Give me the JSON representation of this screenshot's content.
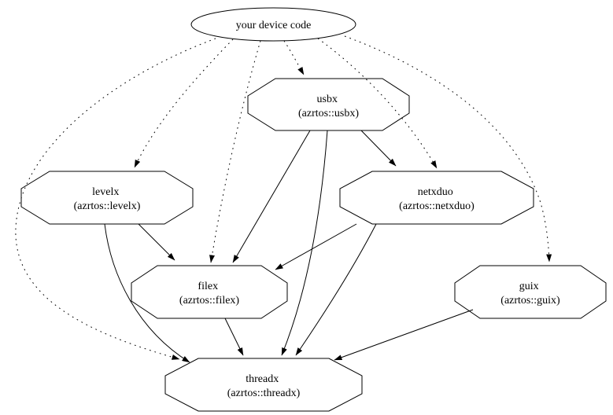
{
  "diagram": {
    "background_color": "#ffffff",
    "stroke_color": "#000000",
    "nodes": [
      {
        "id": "device",
        "shape": "ellipse",
        "label": "your device code",
        "sublabel": ""
      },
      {
        "id": "usbx",
        "shape": "octagon",
        "label": "usbx",
        "sublabel": "(azrtos::usbx)"
      },
      {
        "id": "levelx",
        "shape": "octagon",
        "label": "levelx",
        "sublabel": "(azrtos::levelx)"
      },
      {
        "id": "netxduo",
        "shape": "octagon",
        "label": "netxduo",
        "sublabel": "(azrtos::netxduo)"
      },
      {
        "id": "filex",
        "shape": "octagon",
        "label": "filex",
        "sublabel": "(azrtos::filex)"
      },
      {
        "id": "guix",
        "shape": "octagon",
        "label": "guix",
        "sublabel": "(azrtos::guix)"
      },
      {
        "id": "threadx",
        "shape": "octagon",
        "label": "threadx",
        "sublabel": "(azrtos::threadx)"
      }
    ],
    "edges": [
      {
        "from": "device",
        "to": "usbx",
        "style": "dotted"
      },
      {
        "from": "device",
        "to": "levelx",
        "style": "dotted"
      },
      {
        "from": "device",
        "to": "filex",
        "style": "dotted"
      },
      {
        "from": "device",
        "to": "netxduo",
        "style": "dotted"
      },
      {
        "from": "device",
        "to": "guix",
        "style": "dotted"
      },
      {
        "from": "device",
        "to": "threadx",
        "style": "dotted"
      },
      {
        "from": "usbx",
        "to": "netxduo",
        "style": "solid"
      },
      {
        "from": "usbx",
        "to": "filex",
        "style": "solid"
      },
      {
        "from": "usbx",
        "to": "threadx",
        "style": "solid"
      },
      {
        "from": "levelx",
        "to": "filex",
        "style": "solid"
      },
      {
        "from": "levelx",
        "to": "threadx",
        "style": "solid"
      },
      {
        "from": "netxduo",
        "to": "filex",
        "style": "solid"
      },
      {
        "from": "netxduo",
        "to": "threadx",
        "style": "solid"
      },
      {
        "from": "filex",
        "to": "threadx",
        "style": "solid"
      },
      {
        "from": "guix",
        "to": "threadx",
        "style": "solid"
      }
    ]
  }
}
